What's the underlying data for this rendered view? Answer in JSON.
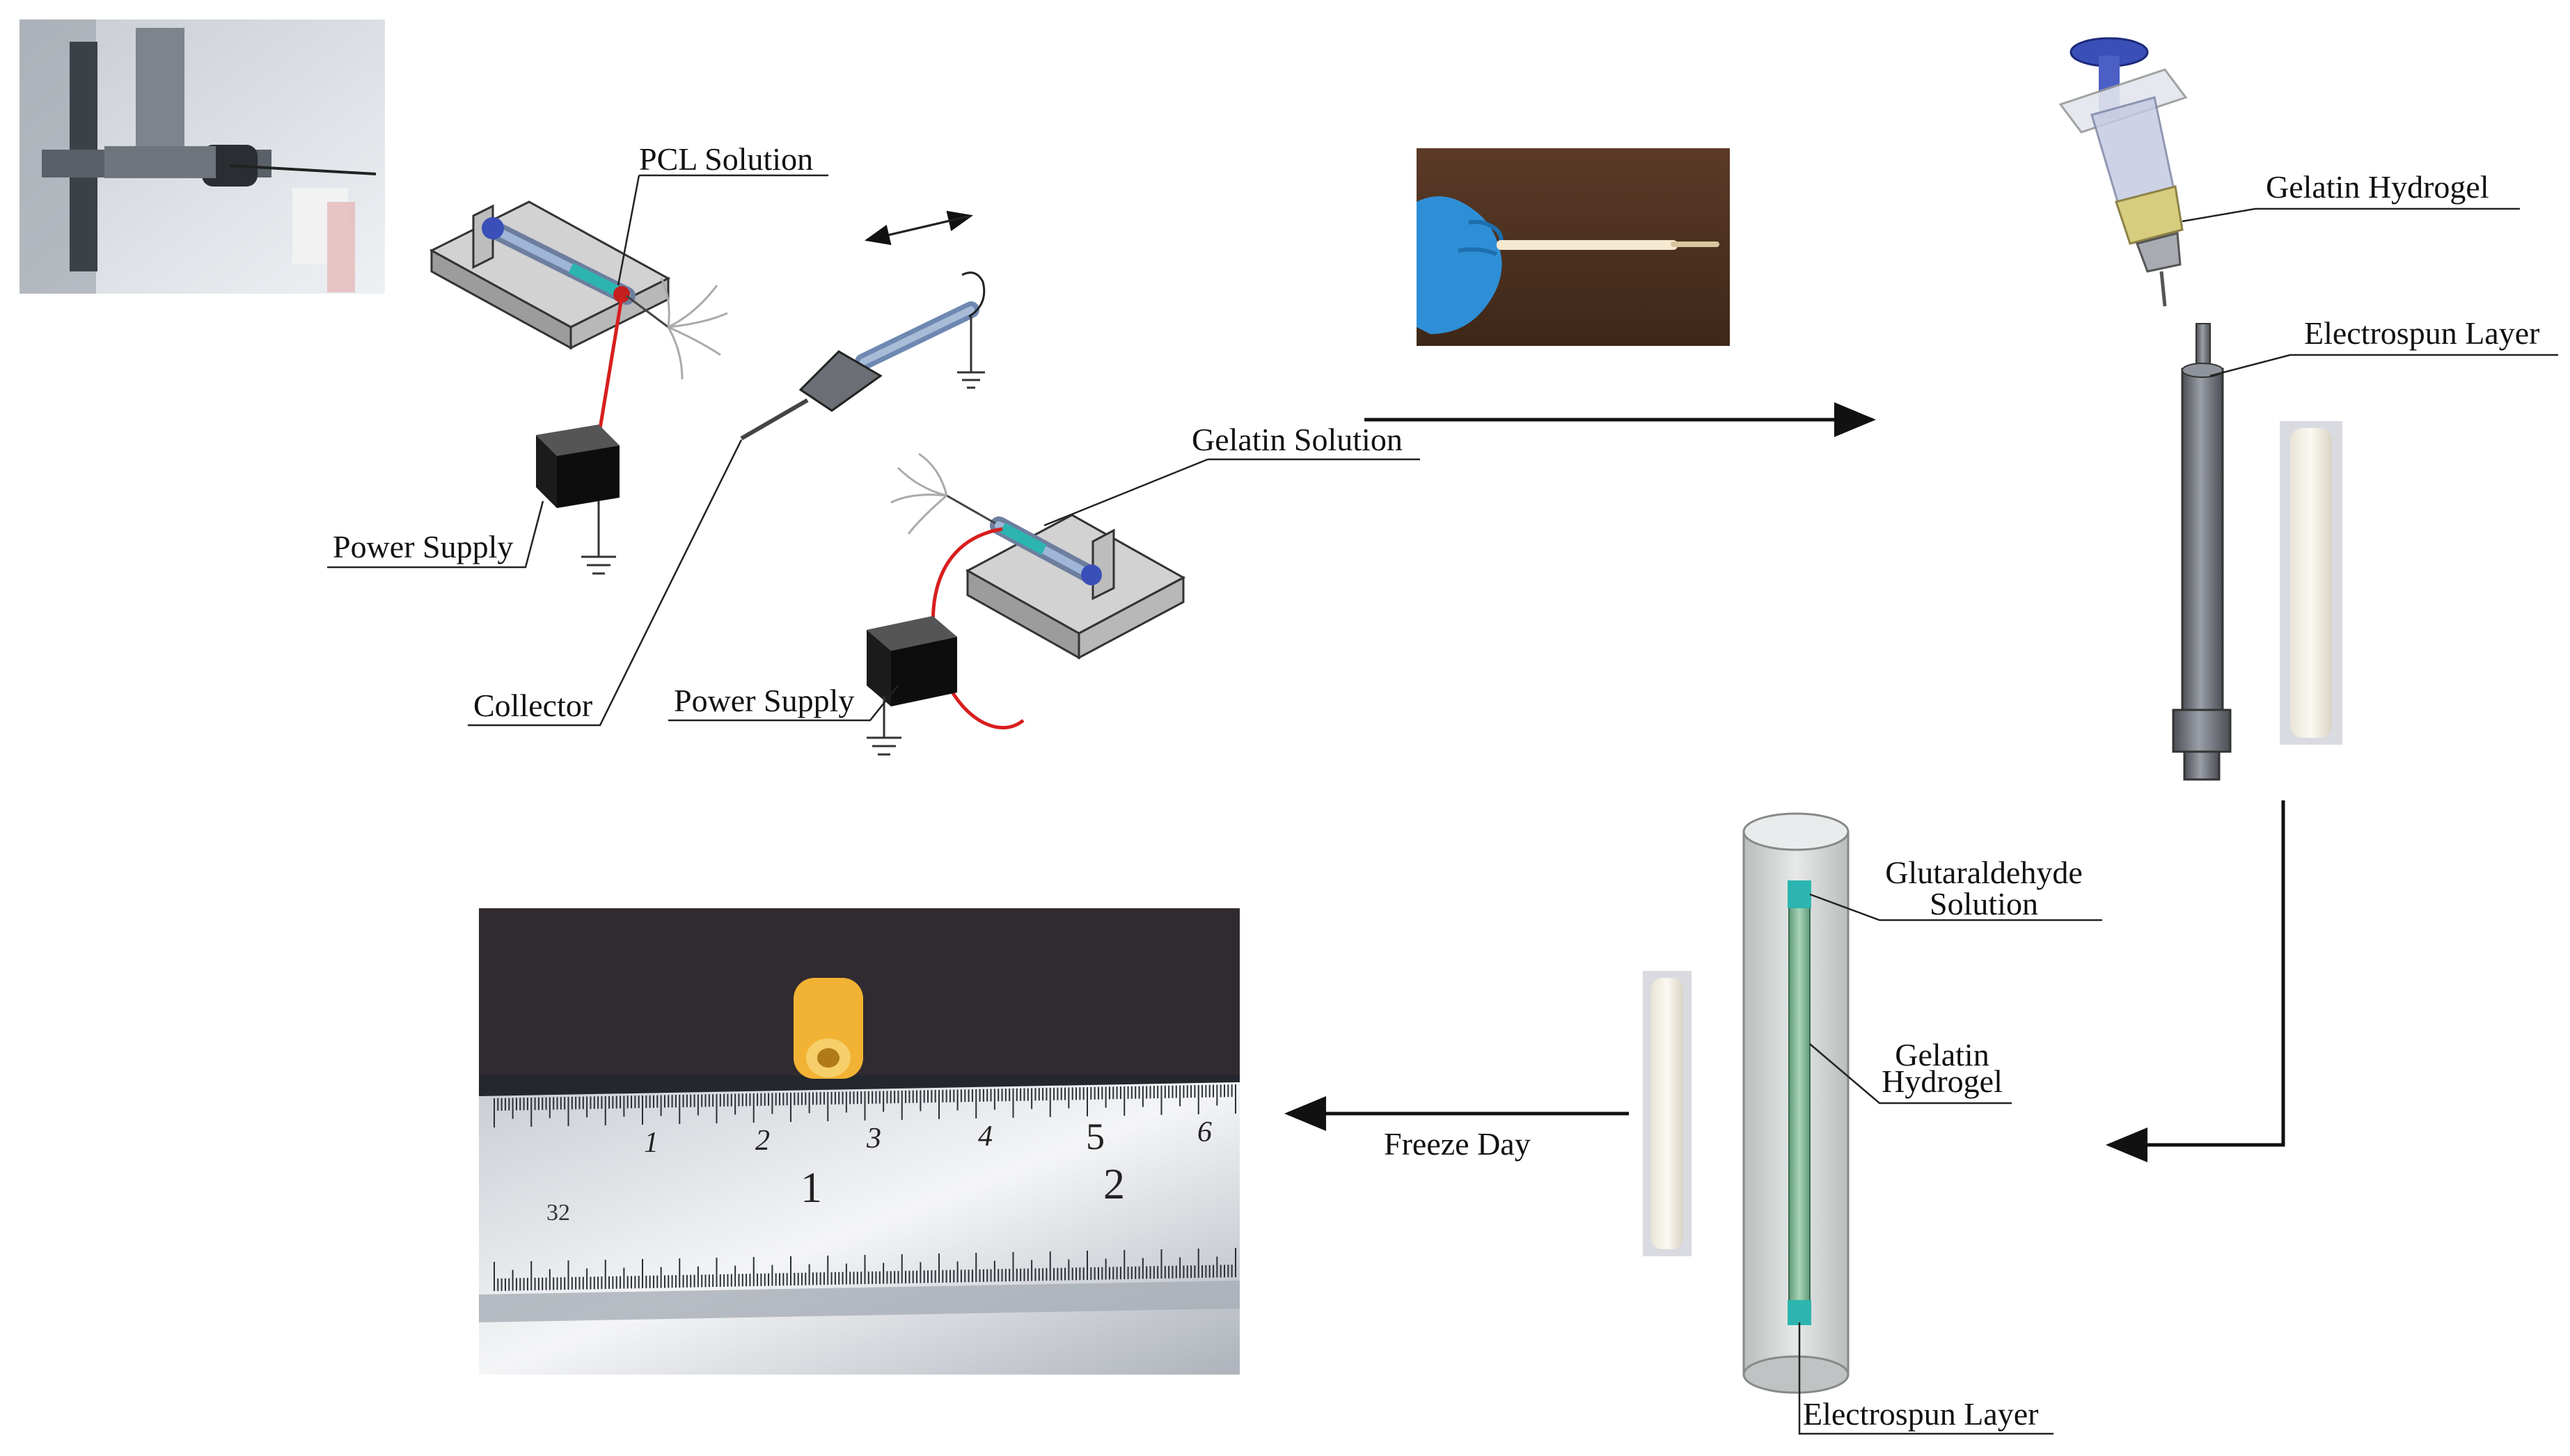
{
  "labels": {
    "pcl_solution": "PCL Solution",
    "power_supply_left": "Power Supply",
    "collector": "Collector",
    "power_supply_right": "Power Supply",
    "gelatin_solution": "Gelatin Solution",
    "gelatin_hydrogel_top": "Gelatin Hydrogel",
    "electrospun_layer_top": "Electrospun Layer",
    "glutaraldehyde_line1": "Glutaraldehyde",
    "glutaraldehyde_line2": "Solution",
    "gelatin_hydrogel_mid_line1": "Gelatin",
    "gelatin_hydrogel_mid_line2": "Hydrogel",
    "electrospun_layer_bottom": "Electrospun Layer",
    "freeze_day": "Freeze Day"
  },
  "ruler": {
    "cm_numbers": [
      "1",
      "2",
      "3",
      "4",
      "5",
      "6"
    ],
    "inch_numbers": [
      "1",
      "2"
    ],
    "side_mark": "32"
  },
  "colors": {
    "line": "#111111",
    "lead_wire": "#d81e1e",
    "device_gray": "#a9a9a9",
    "syringe_blue": "#3a4fb8",
    "teal": "#2cb5b0",
    "glove_blue": "#2f8fd6",
    "scaffold_orange": "#f2b233"
  }
}
